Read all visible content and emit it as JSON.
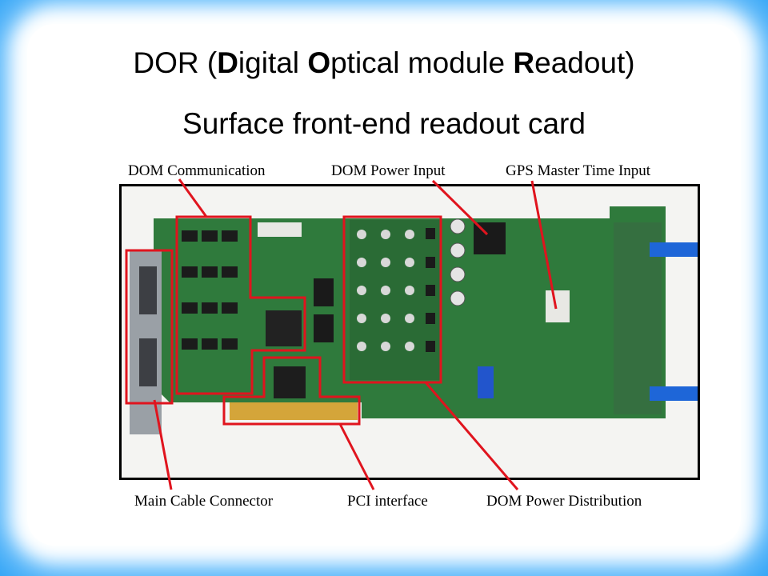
{
  "title": {
    "line1_parts": [
      "DOR (",
      "D",
      "igital ",
      "O",
      "ptical module ",
      "R",
      "eadout)"
    ],
    "line2": "Surface front-end readout card"
  },
  "labels": {
    "dom_communication": "DOM Communication",
    "dom_power_input": "DOM Power Input",
    "gps_master_time_input": "GPS Master Time Input",
    "main_cable_connector": "Main Cable Connector",
    "pci_interface": "PCI interface",
    "dom_power_distribution": "DOM Power Distribution"
  },
  "colors": {
    "background_glow": "#2aa0f5",
    "annotation_red": "#e0141e",
    "pcb_green": "#2f7a3c",
    "bracket_blue": "#1e66d8"
  }
}
